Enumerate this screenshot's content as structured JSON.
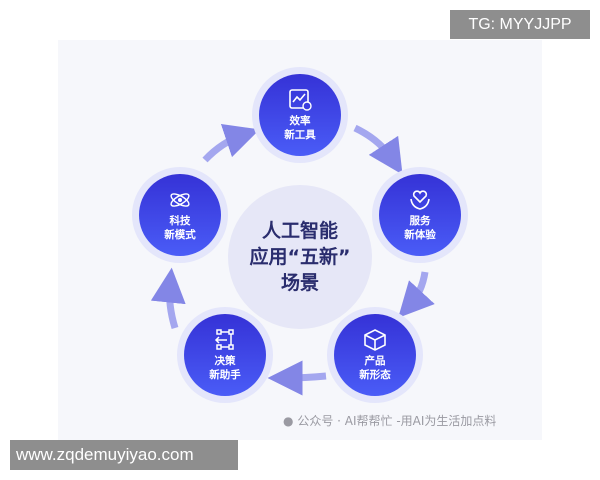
{
  "overlay": {
    "tg": "TG: MYYJJPP",
    "url": "www.zqdemuyiyao.com"
  },
  "center": {
    "line1": "人工智能",
    "line2": "应用“五新”",
    "line3": "场景"
  },
  "nodes": [
    {
      "l1": "效率",
      "l2": "新工具",
      "icon": "chart-check-icon"
    },
    {
      "l1": "服务",
      "l2": "新体验",
      "icon": "heart-hands-icon"
    },
    {
      "l1": "产品",
      "l2": "新形态",
      "icon": "cube-icon"
    },
    {
      "l1": "决策",
      "l2": "新助手",
      "icon": "flow-nodes-icon"
    },
    {
      "l1": "科技",
      "l2": "新模式",
      "icon": "atom-icon"
    }
  ],
  "watermark": "公众号 · AI帮帮忙 -用AI为生活加点料",
  "colors": {
    "node": "#3a3de0",
    "arrow": "#8f92e8",
    "center": "#e6e7f7"
  }
}
